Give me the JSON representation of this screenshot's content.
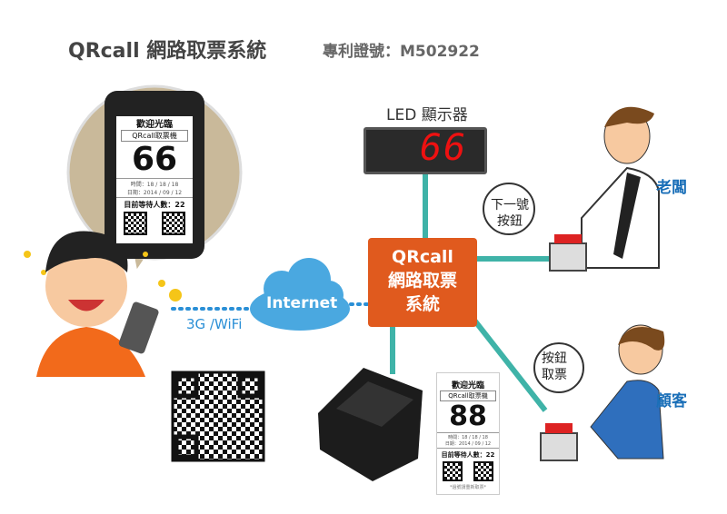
{
  "title": "QRcall 網路取票系統",
  "patent": "專利證號：M502922",
  "phone_ticket": {
    "welcome": "歡迎光臨",
    "brand": "QRcall取票機",
    "number": "66",
    "time": "時間：18 / 18 / 18",
    "date": "日期：2014 / 09 / 12",
    "waiting": "目前等待人數：22"
  },
  "paper_ticket": {
    "welcome": "歡迎光臨",
    "brand": "QRcall取票機",
    "number": "88",
    "time": "時間：18 / 18 / 18",
    "date": "日期：2014 / 09 / 12",
    "waiting": "目前等待人數：22",
    "footer": "*過號請重新取票*"
  },
  "led": {
    "label": "LED 顯示器",
    "value": "66"
  },
  "core": {
    "line1": "QRcall",
    "line2": "網路取票",
    "line3": "系統"
  },
  "cloud": "Internet",
  "network": "3G /WiFi",
  "boss": {
    "label": "老闆",
    "bubble1": "下一號",
    "bubble2": "按鈕"
  },
  "customer": {
    "label": "顧客",
    "bubble1": "按鈕",
    "bubble2": "取票"
  },
  "colors": {
    "orange": "#e05a1e",
    "teal": "#3fb3a8",
    "blue": "#2a8fd6",
    "led_red": "#ee1111"
  }
}
